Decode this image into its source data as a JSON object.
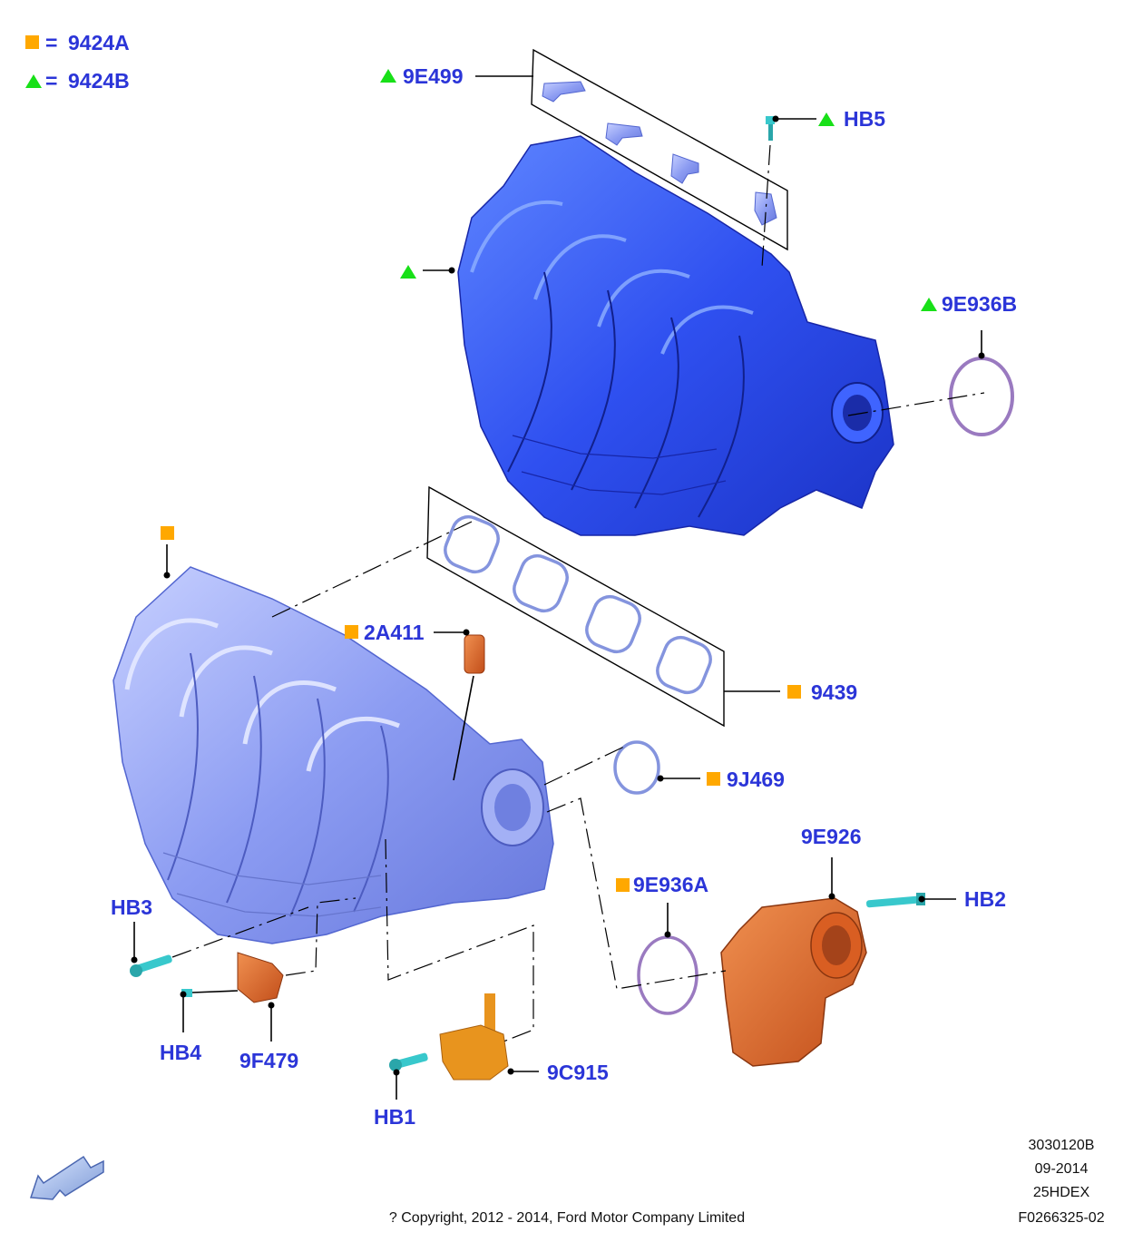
{
  "legend": [
    {
      "marker": "square",
      "label": "9424A"
    },
    {
      "marker": "triangle",
      "label": "9424B"
    }
  ],
  "legend_equals": "=",
  "colors": {
    "label_text": "#2b35d8",
    "square_marker": "#ffa800",
    "triangle_marker": "#18e018",
    "manifold_blue": "#2f50f0",
    "manifold_light": "#8c9cf2",
    "component_orange": "#e0682e",
    "bolt_cyan": "#38c8cc",
    "gasket_purple": "#9a7ac0"
  },
  "parts": {
    "9E499": "9E499",
    "HB5": "HB5",
    "9E936B": "9E936B",
    "2A411": "2A411",
    "9439": "9439",
    "9J469": "9J469",
    "9E926": "9E926",
    "9E936A": "9E936A",
    "HB2": "HB2",
    "HB3": "HB3",
    "HB4": "HB4",
    "9F479": "9F479",
    "9C915": "9C915",
    "HB1": "HB1"
  },
  "reference": [
    "3030120B",
    "09-2014",
    "25HDEX",
    "F0266325-02"
  ],
  "copyright": "? Copyright, 2012 - 2014, Ford Motor Company Limited",
  "icons": {
    "direction_arrow": "arrow-down-left-icon"
  }
}
